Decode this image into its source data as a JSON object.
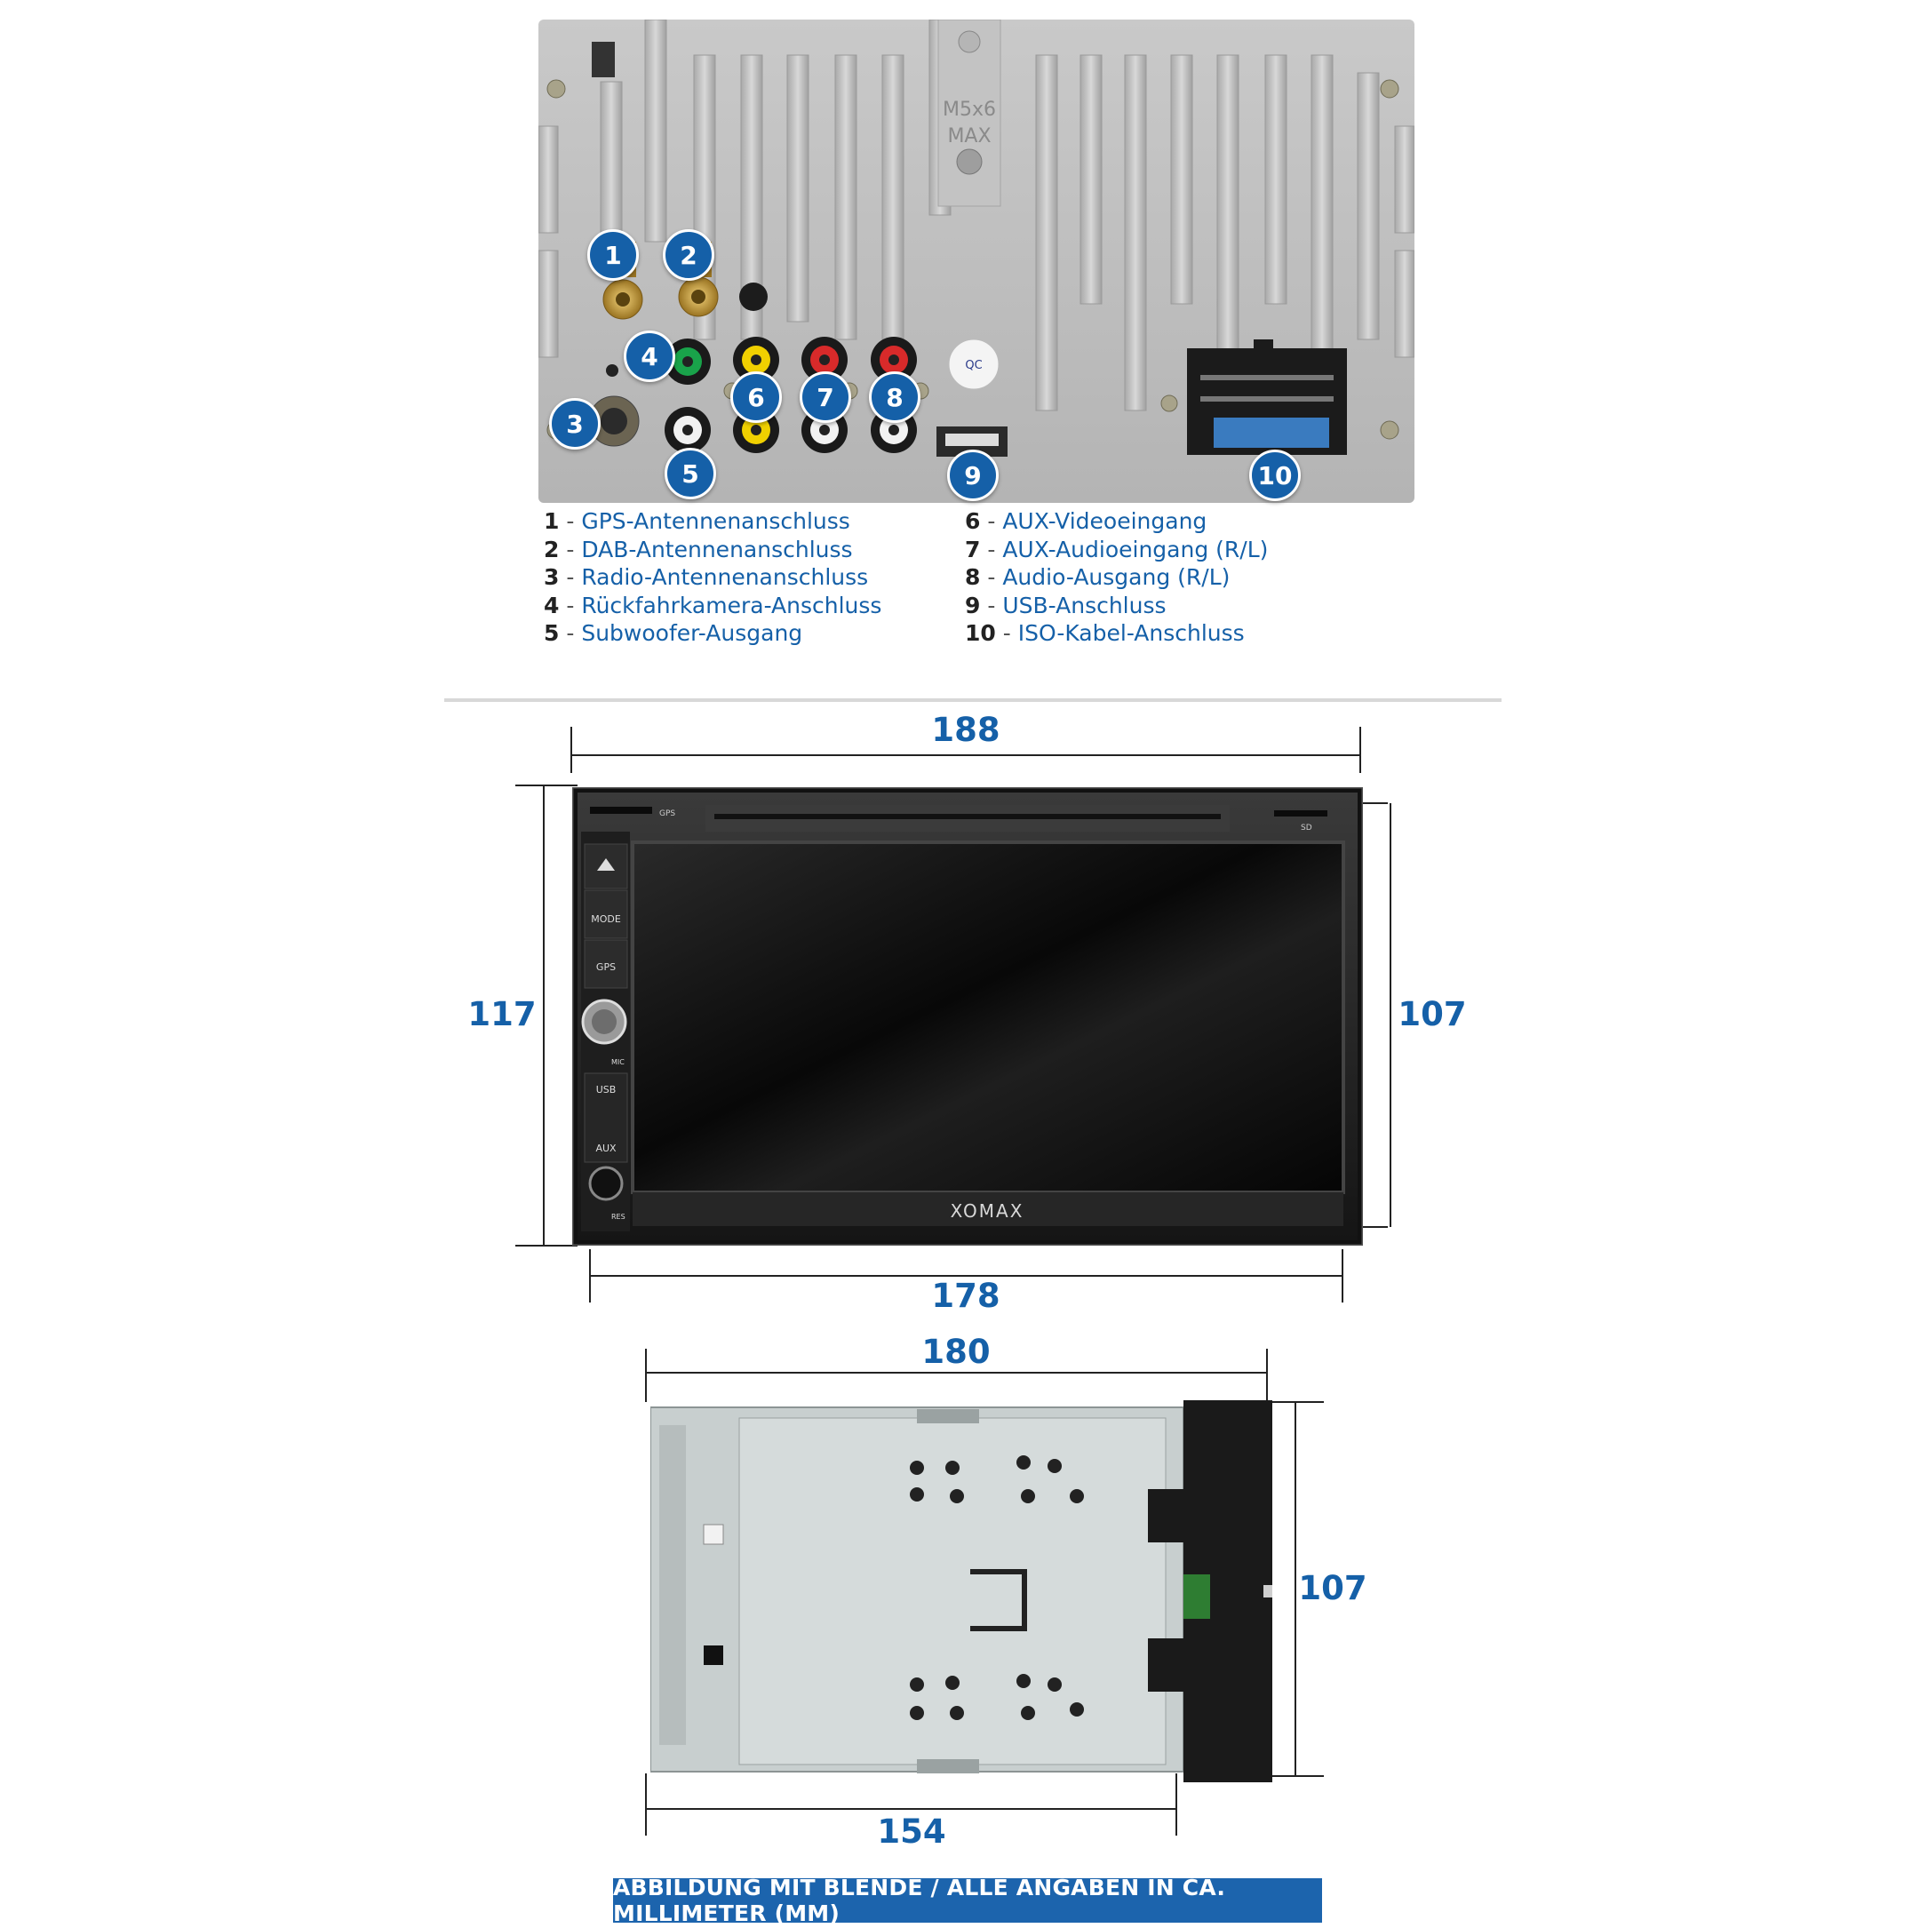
{
  "rear_panel": {
    "markings": {
      "screw_spec_line1": "M5x6",
      "screw_spec_line2": "MAX"
    },
    "badges": [
      "1",
      "2",
      "3",
      "4",
      "5",
      "6",
      "7",
      "8",
      "9",
      "10"
    ]
  },
  "legend": {
    "left": [
      {
        "num": "1",
        "sep": " - ",
        "text": "GPS-Antennenanschluss"
      },
      {
        "num": "2",
        "sep": " - ",
        "text": "DAB-Antennenanschluss"
      },
      {
        "num": "3",
        "sep": " - ",
        "text": "Radio-Antennenanschluss"
      },
      {
        "num": "4",
        "sep": " - ",
        "text": "Rückfahrkamera-Anschluss"
      },
      {
        "num": "5",
        "sep": " - ",
        "text": "Subwoofer-Ausgang"
      }
    ],
    "right": [
      {
        "num": "6",
        "sep": " - ",
        "text": "AUX-Videoeingang"
      },
      {
        "num": "7",
        "sep": " - ",
        "text": "AUX-Audioeingang (R/L)"
      },
      {
        "num": "8",
        "sep": " - ",
        "text": "Audio-Ausgang (R/L)"
      },
      {
        "num": "9",
        "sep": " - ",
        "text": "USB-Anschluss"
      },
      {
        "num": "10",
        "sep": " - ",
        "text": "ISO-Kabel-Anschluss"
      }
    ]
  },
  "front_view": {
    "dims": {
      "top_width": "188",
      "left_height": "117",
      "right_height": "107",
      "bottom_width": "178"
    },
    "labels": {
      "gps_slot": "GPS",
      "sd_slot": "SD",
      "mode": "MODE",
      "gps": "GPS",
      "mic": "MIC",
      "usb": "USB",
      "aux": "AUX",
      "res": "RES",
      "brand": "XOMAX"
    }
  },
  "side_view": {
    "dims": {
      "top_width": "180",
      "right_height": "107",
      "bottom_width": "154"
    }
  },
  "footer": {
    "text": "ABBILDUNG MIT BLENDE / ALLE ANGABEN IN CA. MILLIMETER (MM)"
  },
  "colors": {
    "accent": "#1560a8",
    "footer_bg": "#1c64ad"
  }
}
